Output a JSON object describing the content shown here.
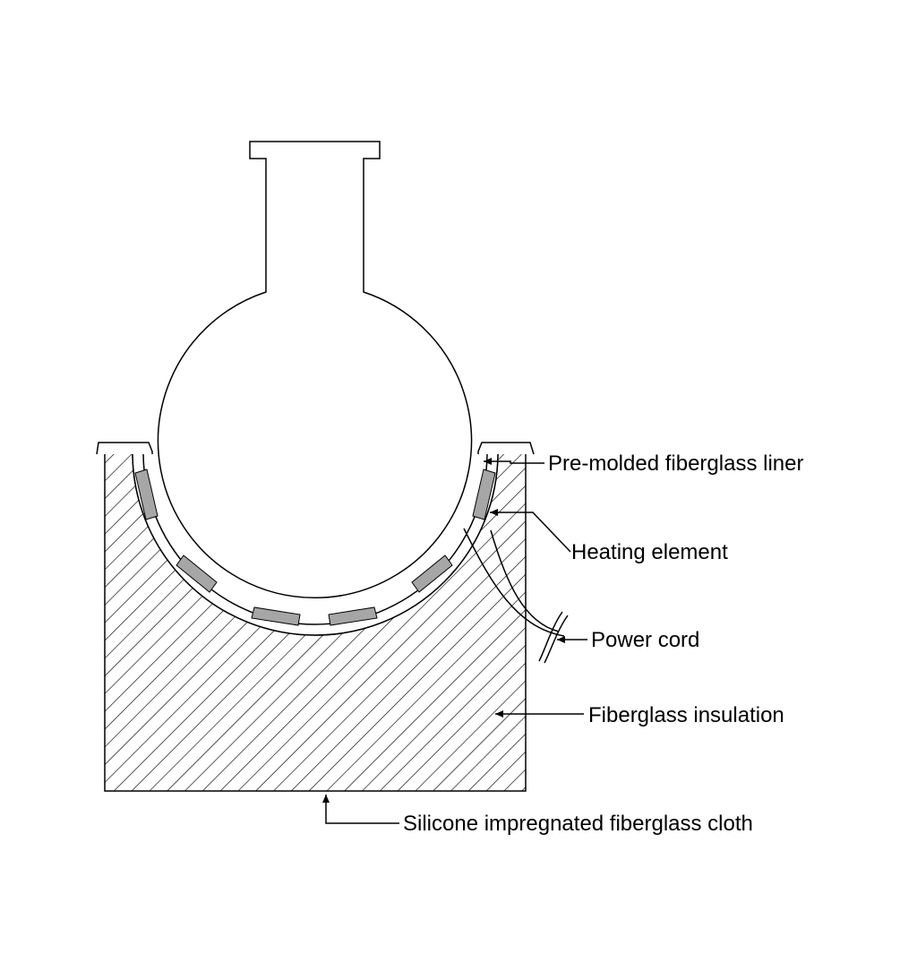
{
  "labels": {
    "liner": "Pre-molded fiberglass liner",
    "heating": "Heating element",
    "cord": "Power cord",
    "insulation": "Fiberglass insulation",
    "cloth": "Silicone impregnated fiberglass cloth"
  },
  "colors": {
    "line": "#000000",
    "element": "#a6a6a6",
    "background": "#ffffff"
  }
}
